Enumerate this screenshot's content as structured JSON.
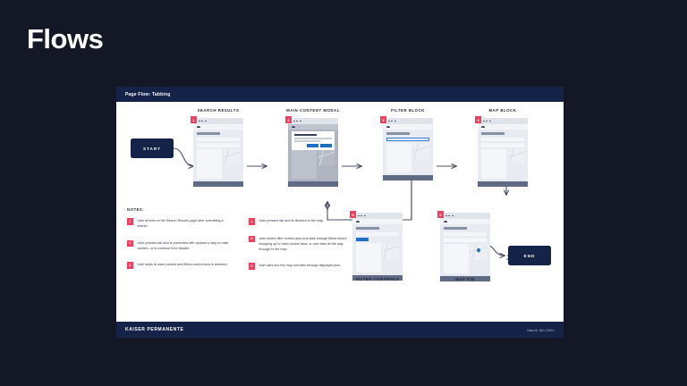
{
  "slide": {
    "title": "Flows",
    "background_color": "#141726"
  },
  "board": {
    "header_title": "Page Flow: Tabbing",
    "header_color": "#152349",
    "footer_brand": "KAISER PERMANENTE",
    "footer_date": "March 5th 2021"
  },
  "terminators": {
    "start": "START",
    "end": "END"
  },
  "columns": [
    {
      "caption": "SEARCH RESULTS",
      "badge": "1"
    },
    {
      "caption": "MAIN CONTENT MODAL",
      "badge": "2"
    },
    {
      "caption": "FILTER BLOCK",
      "badge": "3"
    },
    {
      "caption": "MAP BLOCK",
      "badge": "4"
    }
  ],
  "lower_cards": [
    {
      "caption": "FILTER CONTROLS",
      "badge": "5"
    },
    {
      "caption": "MAP PIN",
      "badge": "6"
    }
  ],
  "notes": {
    "title": "NOTES:",
    "accent_color": "#ef4060",
    "column_1": [
      {
        "num": "1",
        "text": "User arrives on the Search Results page after submitting a search."
      },
      {
        "num": "2",
        "text": "User presses tab and is presented with options to skip to main content, or to continue from header."
      },
      {
        "num": "3",
        "text": "User skips to main content and filters control area is selected."
      }
    ],
    "column_2": [
      {
        "num": "4",
        "text": "User presses tab and is directed to the map."
      },
      {
        "num": "5",
        "text": "User enters filter control area and tabs through filters before escaping up to main control area, or user tabs all the way through to the map."
      },
      {
        "num": "6",
        "text": "User tabs into the map and tabs through displayed pins."
      }
    ]
  },
  "icons": {
    "window_dots": "window-dots-icon",
    "toolbar_glyph": "toolbar-glyph-icon",
    "map_pin": "map-pin-icon"
  }
}
